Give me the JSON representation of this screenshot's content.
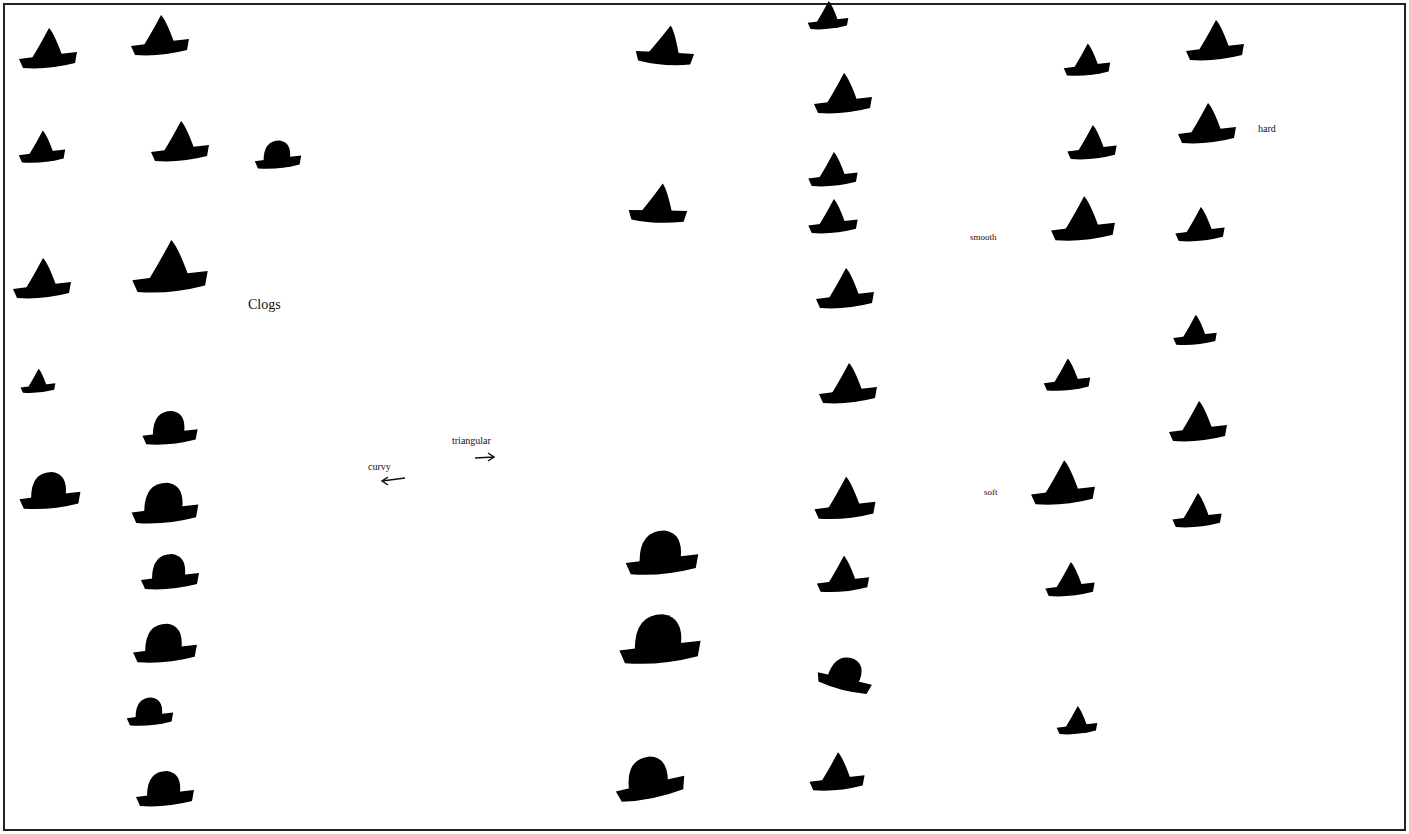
{
  "diagram": {
    "labels": [
      "Clogs",
      "curvy",
      "triangular",
      "smooth",
      "soft",
      "hard"
    ]
  }
}
